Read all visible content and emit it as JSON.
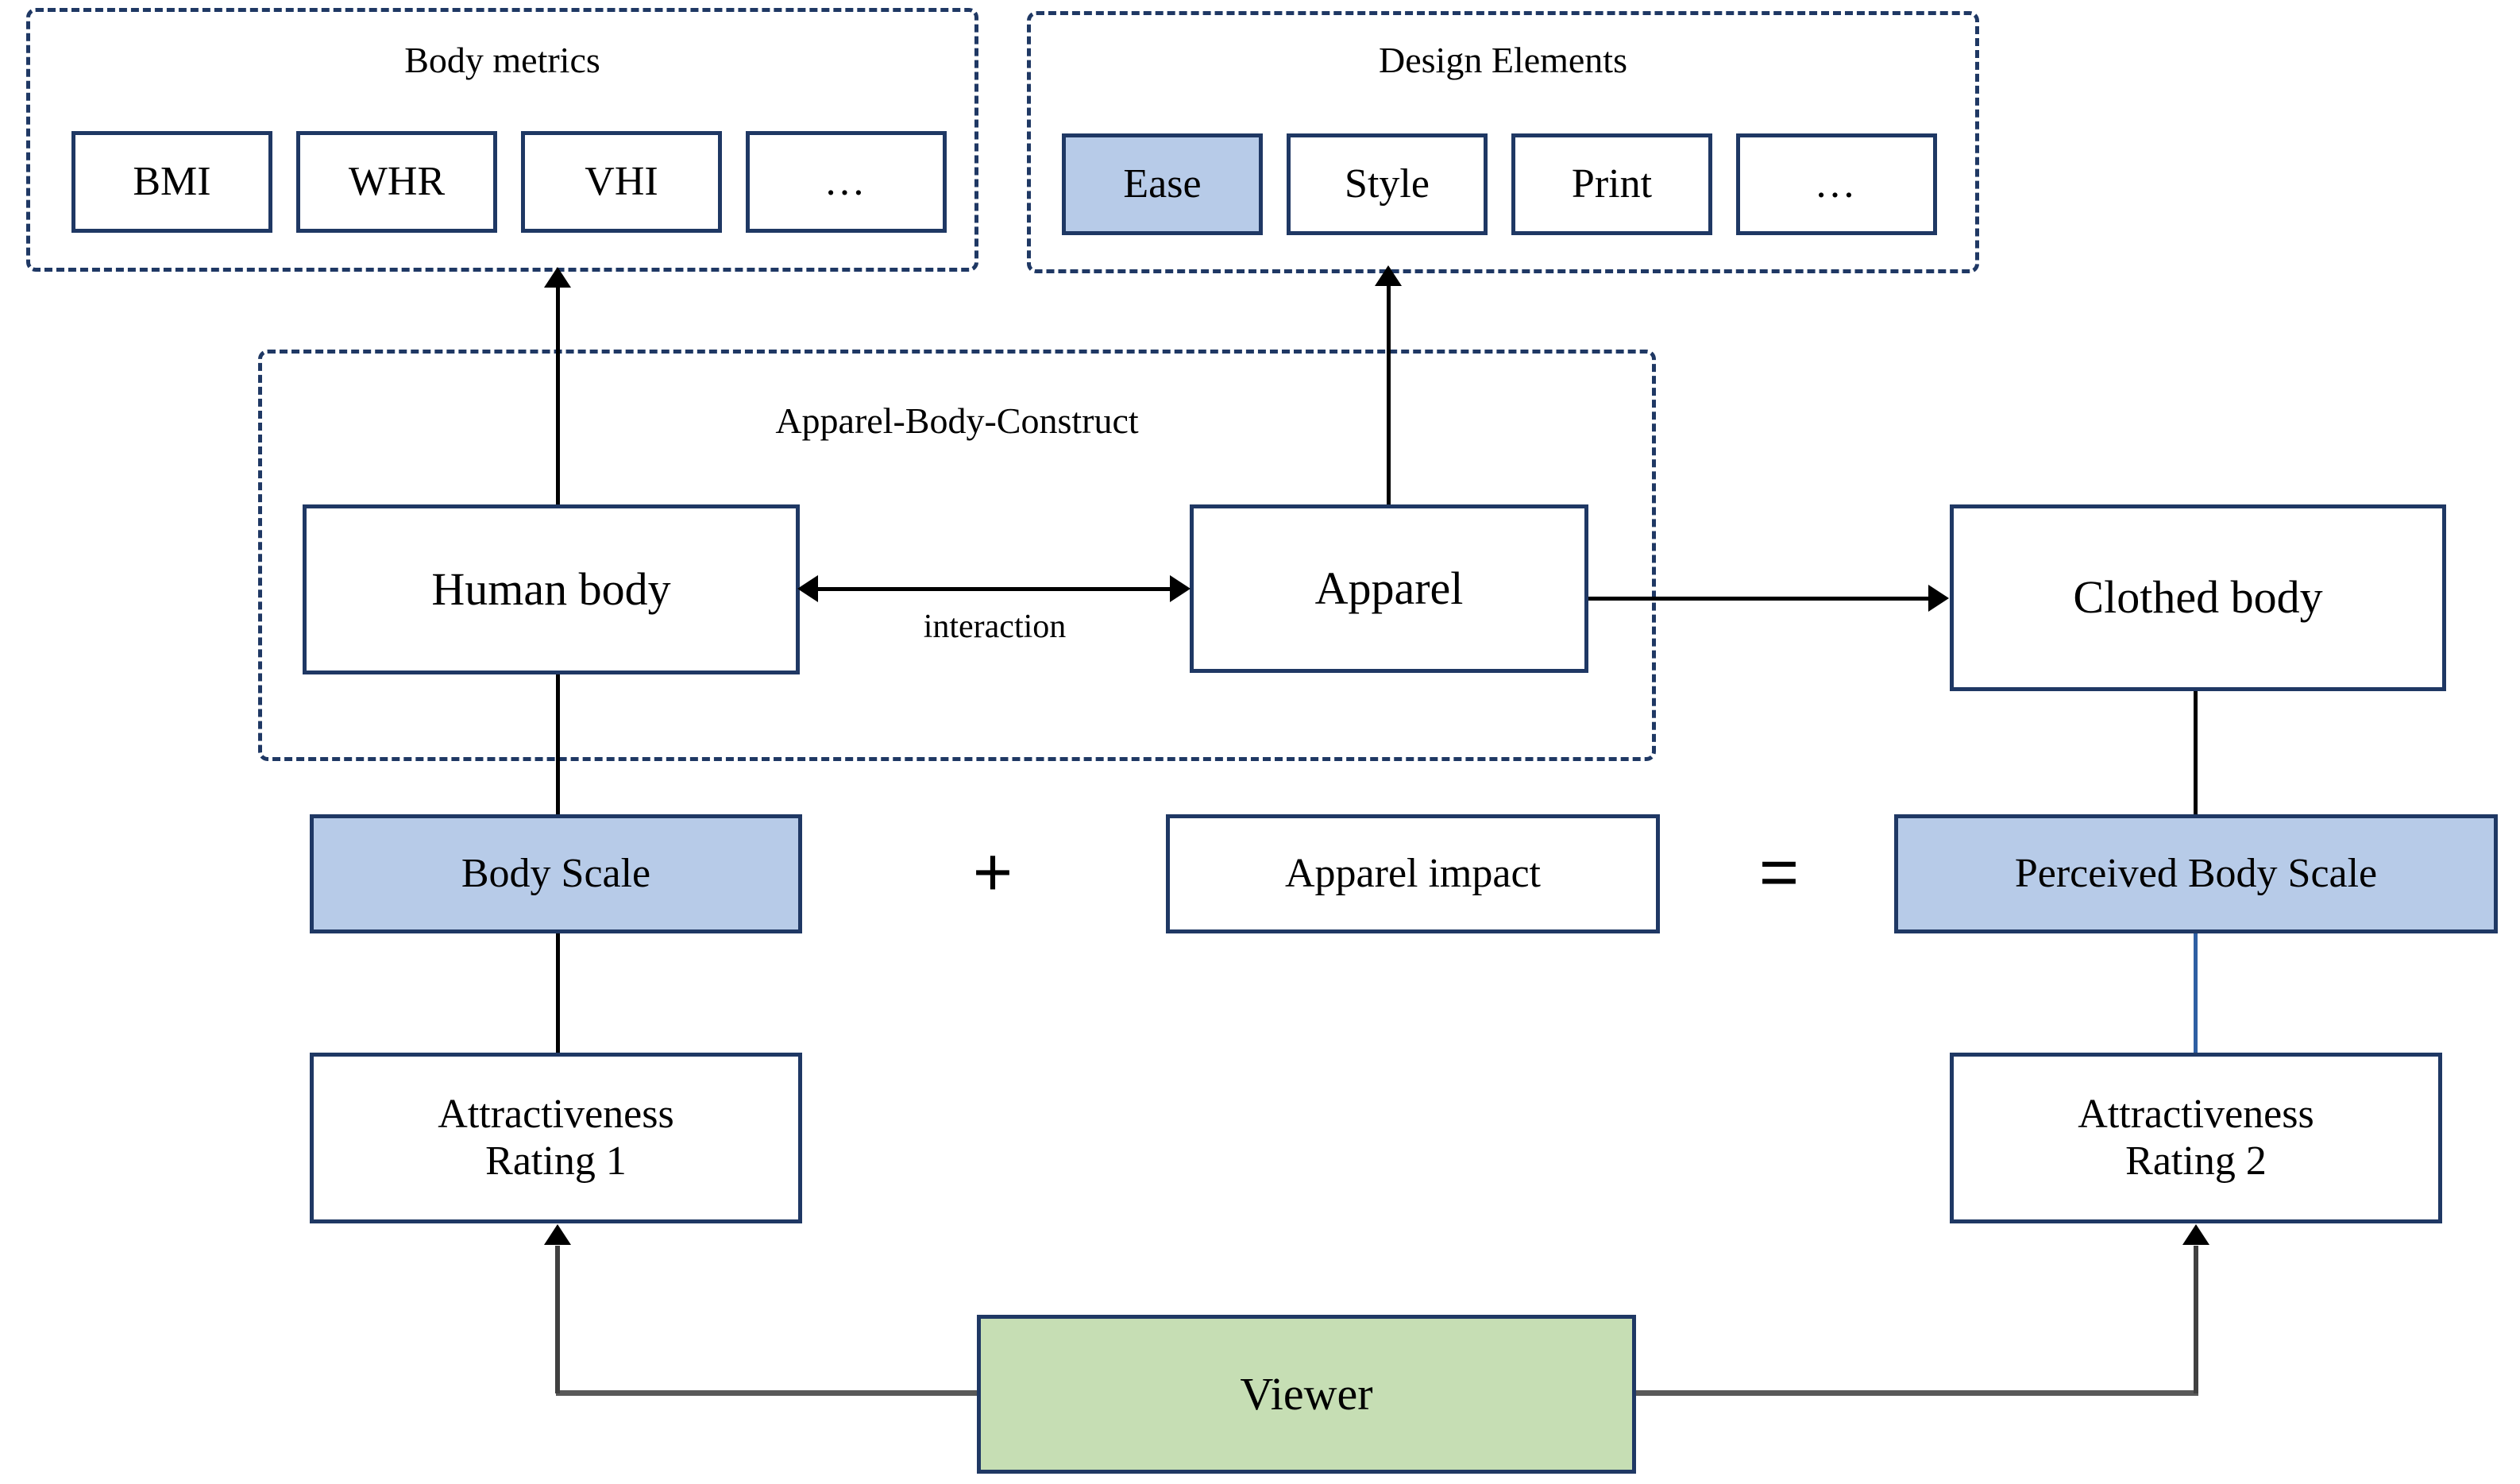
{
  "diagram": {
    "title": "Apparel-Body-Construct conceptual model",
    "colors": {
      "border_navy": "#1F3864",
      "fill_blue": "#B7CBE8",
      "fill_green": "#C6DEB4",
      "connector_black": "#000000",
      "connector_blue": "#2E5FA3",
      "connector_grey": "#595959"
    }
  },
  "body_metrics": {
    "title": "Body metrics",
    "chips": [
      {
        "label": "BMI",
        "highlighted": false
      },
      {
        "label": "WHR",
        "highlighted": false
      },
      {
        "label": "VHI",
        "highlighted": false
      },
      {
        "label": "…",
        "highlighted": false
      }
    ]
  },
  "design_elements": {
    "title": "Design Elements",
    "chips": [
      {
        "label": "Ease",
        "highlighted": true
      },
      {
        "label": "Style",
        "highlighted": false
      },
      {
        "label": "Print",
        "highlighted": false
      },
      {
        "label": "…",
        "highlighted": false
      }
    ]
  },
  "construct": {
    "title": "Apparel-Body-Construct",
    "human_body": "Human body",
    "apparel": "Apparel",
    "interaction_label": "interaction"
  },
  "nodes": {
    "clothed_body": "Clothed body",
    "body_scale": "Body Scale",
    "apparel_impact": "Apparel impact",
    "perceived_body_scale": "Perceived Body Scale",
    "attractiveness_rating_1": "Attractiveness\nRating 1",
    "attractiveness_rating_1_line1": "Attractiveness",
    "attractiveness_rating_1_line2": "Rating 1",
    "attractiveness_rating_2_line1": "Attractiveness",
    "attractiveness_rating_2_line2": "Rating 2",
    "viewer": "Viewer"
  },
  "operators": {
    "plus": "+",
    "equals": "="
  }
}
